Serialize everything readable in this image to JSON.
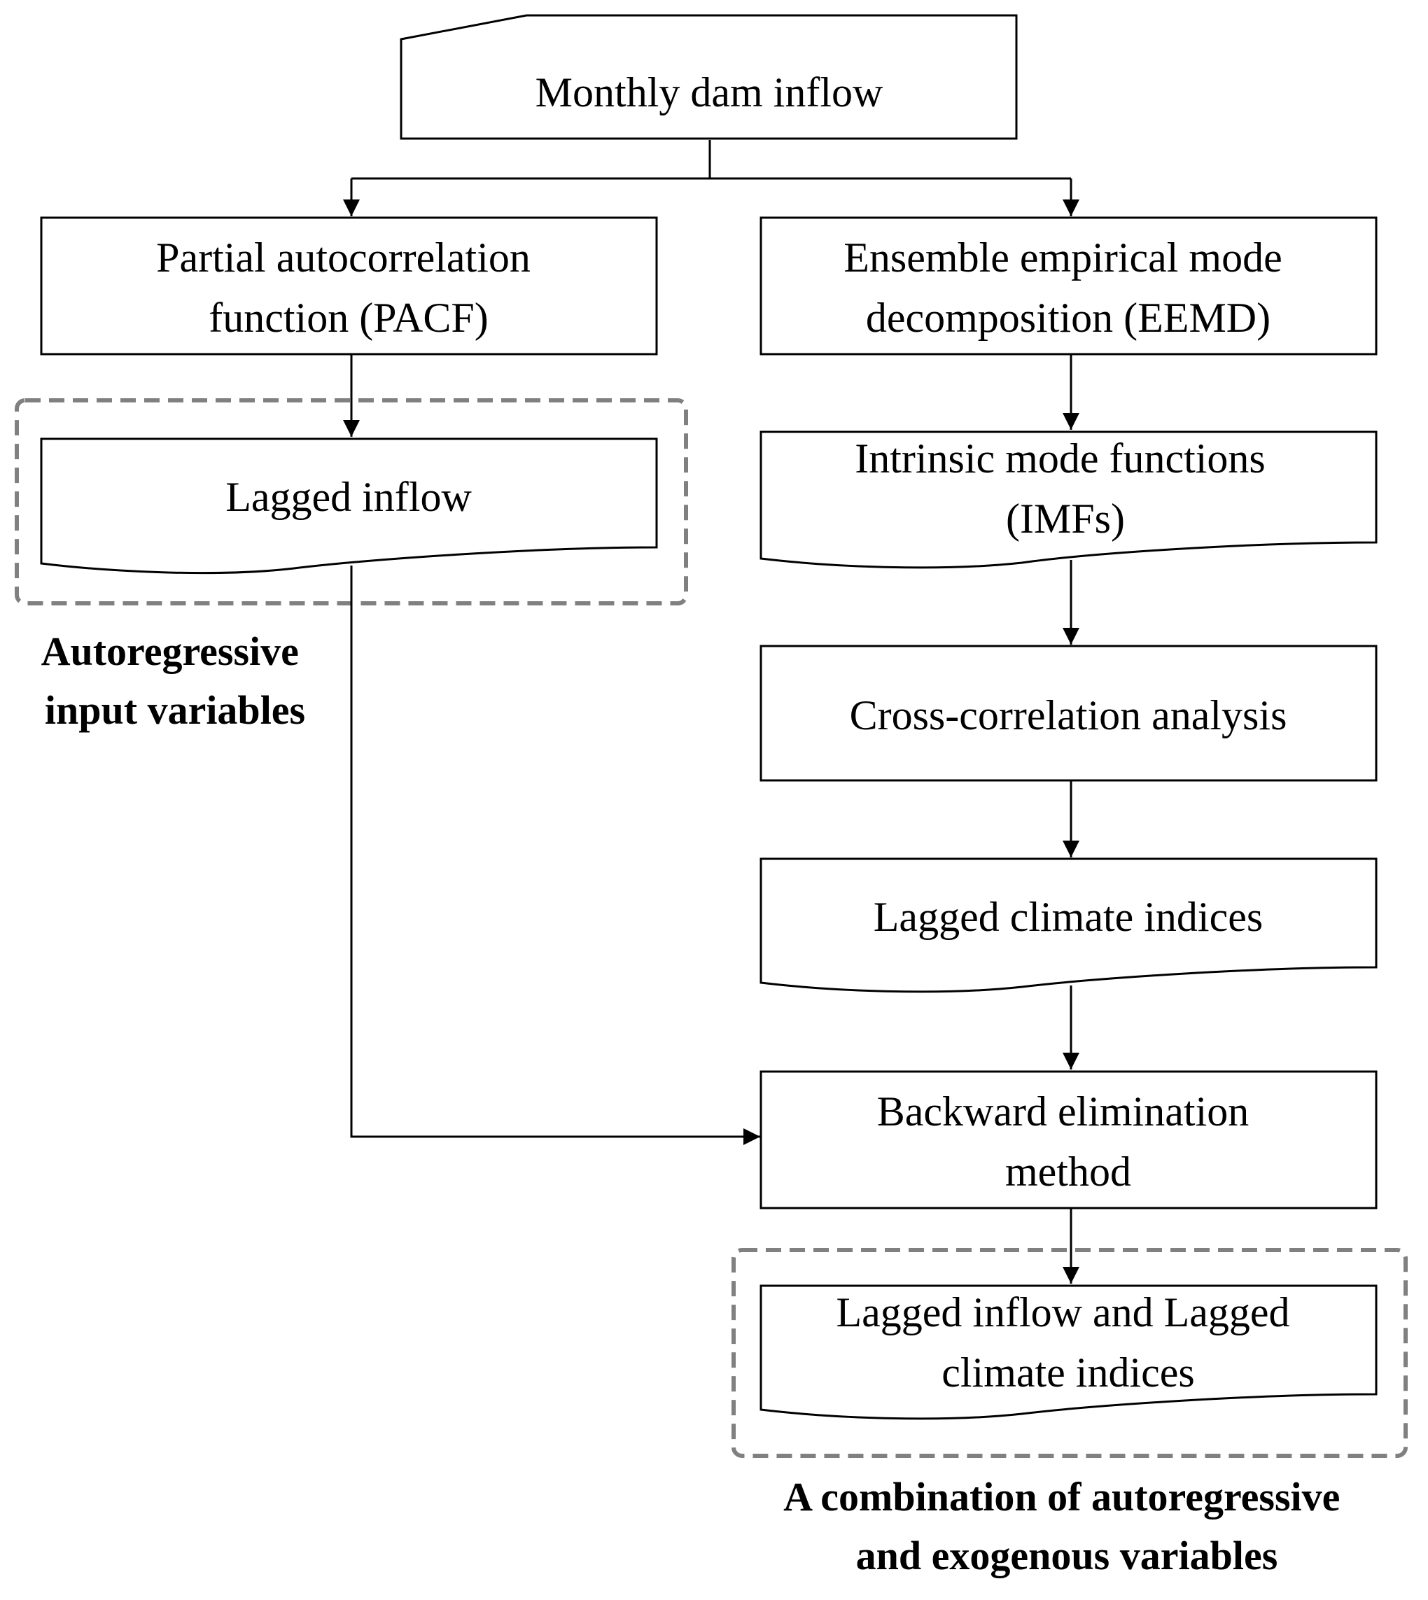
{
  "nodes": {
    "monthly_inflow": {
      "lines": [
        "Monthly dam inflow"
      ]
    },
    "pacf": {
      "lines": [
        "Partial autocorrelation",
        "function (PACF)"
      ]
    },
    "eemd": {
      "lines": [
        "Ensemble empirical mode",
        "decomposition (EEMD)"
      ]
    },
    "lagged_inflow": {
      "lines": [
        "Lagged inflow"
      ]
    },
    "imfs": {
      "lines": [
        "Intrinsic mode functions",
        "(IMFs)"
      ]
    },
    "cross_corr": {
      "lines": [
        "Cross-correlation analysis"
      ]
    },
    "lagged_climate": {
      "lines": [
        "Lagged climate indices"
      ]
    },
    "backward": {
      "lines": [
        "Backward elimination",
        "method"
      ]
    },
    "combined_output": {
      "lines": [
        "Lagged inflow and Lagged",
        "climate indices"
      ]
    }
  },
  "labels": {
    "autoregressive": {
      "lines": [
        "Autoregressive",
        "input variables"
      ]
    },
    "combination": {
      "lines": [
        "A combination of autoregressive",
        "and exogenous variables"
      ]
    }
  },
  "colors": {
    "stroke": "#000000",
    "group_border": "#808080",
    "background": "#ffffff"
  }
}
